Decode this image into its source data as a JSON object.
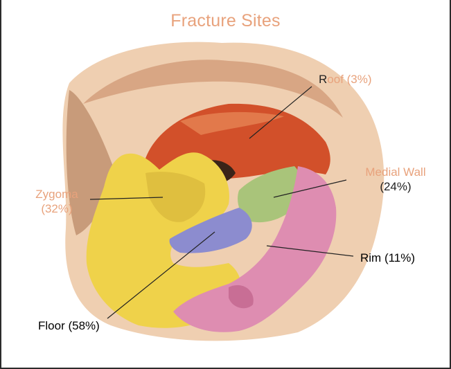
{
  "title": "Fracture Sites",
  "labels": {
    "roof": {
      "first_letter": "R",
      "rest": "oof (3%)"
    },
    "medial_wall": {
      "name": "Medial Wall",
      "percent": "(24%)"
    },
    "zygoma": {
      "name": "Zygoma",
      "percent": "(32%)"
    },
    "rim": {
      "text": "Rim (11%)"
    },
    "floor": {
      "text": "Floor (58%)"
    }
  },
  "colors": {
    "accent_text": "#e8a27c",
    "roof": "#d2502a",
    "medial_wall": "#a9c47a",
    "zygoma": "#efd24a",
    "floor": "#8c8ccf",
    "rim": "#de8db1",
    "skin": "#e9c4a0"
  }
}
